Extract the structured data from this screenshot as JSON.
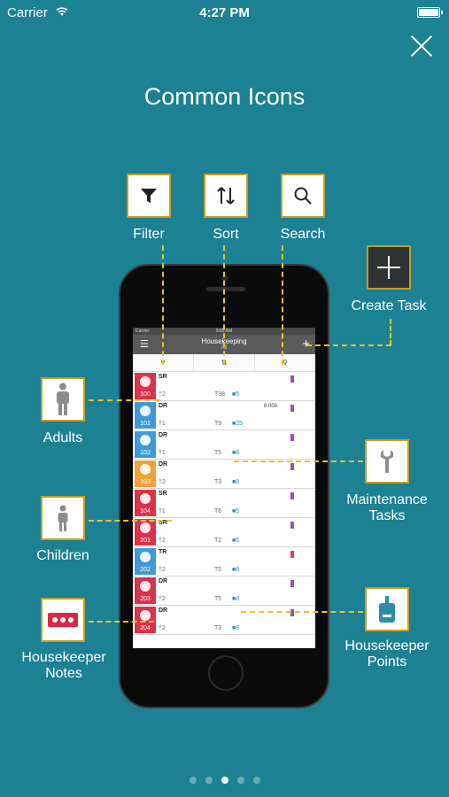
{
  "status_bar": {
    "carrier": "Carrier",
    "time": "4:27 PM"
  },
  "page_title": "Common Icons",
  "callouts": {
    "filter": "Filter",
    "sort": "Sort",
    "search": "Search",
    "create_task": "Create Task",
    "adults": "Adults",
    "children": "Children",
    "housekeeper_notes": "Housekeeper Notes",
    "maintenance_tasks": "Maintenance Tasks",
    "housekeeper_points": "Housekeeper Points"
  },
  "colors": {
    "background": "#1b8193",
    "callout_border": "#c99d20",
    "dash": "#e8c22b"
  },
  "app": {
    "status_carrier": "Carrier",
    "status_time": "9:05 AM",
    "title": "Housekeeping",
    "subtitle": "All",
    "rooms": [
      {
        "number": "100",
        "type": "SR",
        "color": "#d9344a",
        "adults": "2",
        "maint": "38",
        "points": "5"
      },
      {
        "number": "101",
        "type": "DR",
        "color": "#3f9bd6",
        "adults": "1",
        "maint": "9",
        "points": "25",
        "time": "8:00A"
      },
      {
        "number": "102",
        "type": "DR",
        "color": "#3f9bd6",
        "adults": "1",
        "maint": "5",
        "points": "8"
      },
      {
        "number": "103",
        "type": "DR",
        "color": "#f0a23a",
        "adults": "2",
        "maint": "3",
        "points": "8"
      },
      {
        "number": "104",
        "type": "SR",
        "color": "#d9344a",
        "adults": "1",
        "maint": "6",
        "points": "5"
      },
      {
        "number": "201",
        "type": "SR",
        "color": "#d9344a",
        "adults": "2",
        "maint": "2",
        "points": "5"
      },
      {
        "number": "202",
        "type": "TR",
        "color": "#3f9bd6",
        "adults": "2",
        "maint": "5",
        "points": "8"
      },
      {
        "number": "203",
        "type": "DR",
        "color": "#d9344a",
        "adults": "2",
        "maint": "5",
        "points": "8"
      },
      {
        "number": "204",
        "type": "DR",
        "color": "#d9344a",
        "adults": "2",
        "maint": "3",
        "points": "8"
      }
    ]
  },
  "pagination": {
    "total": 5,
    "active_index": 2
  }
}
